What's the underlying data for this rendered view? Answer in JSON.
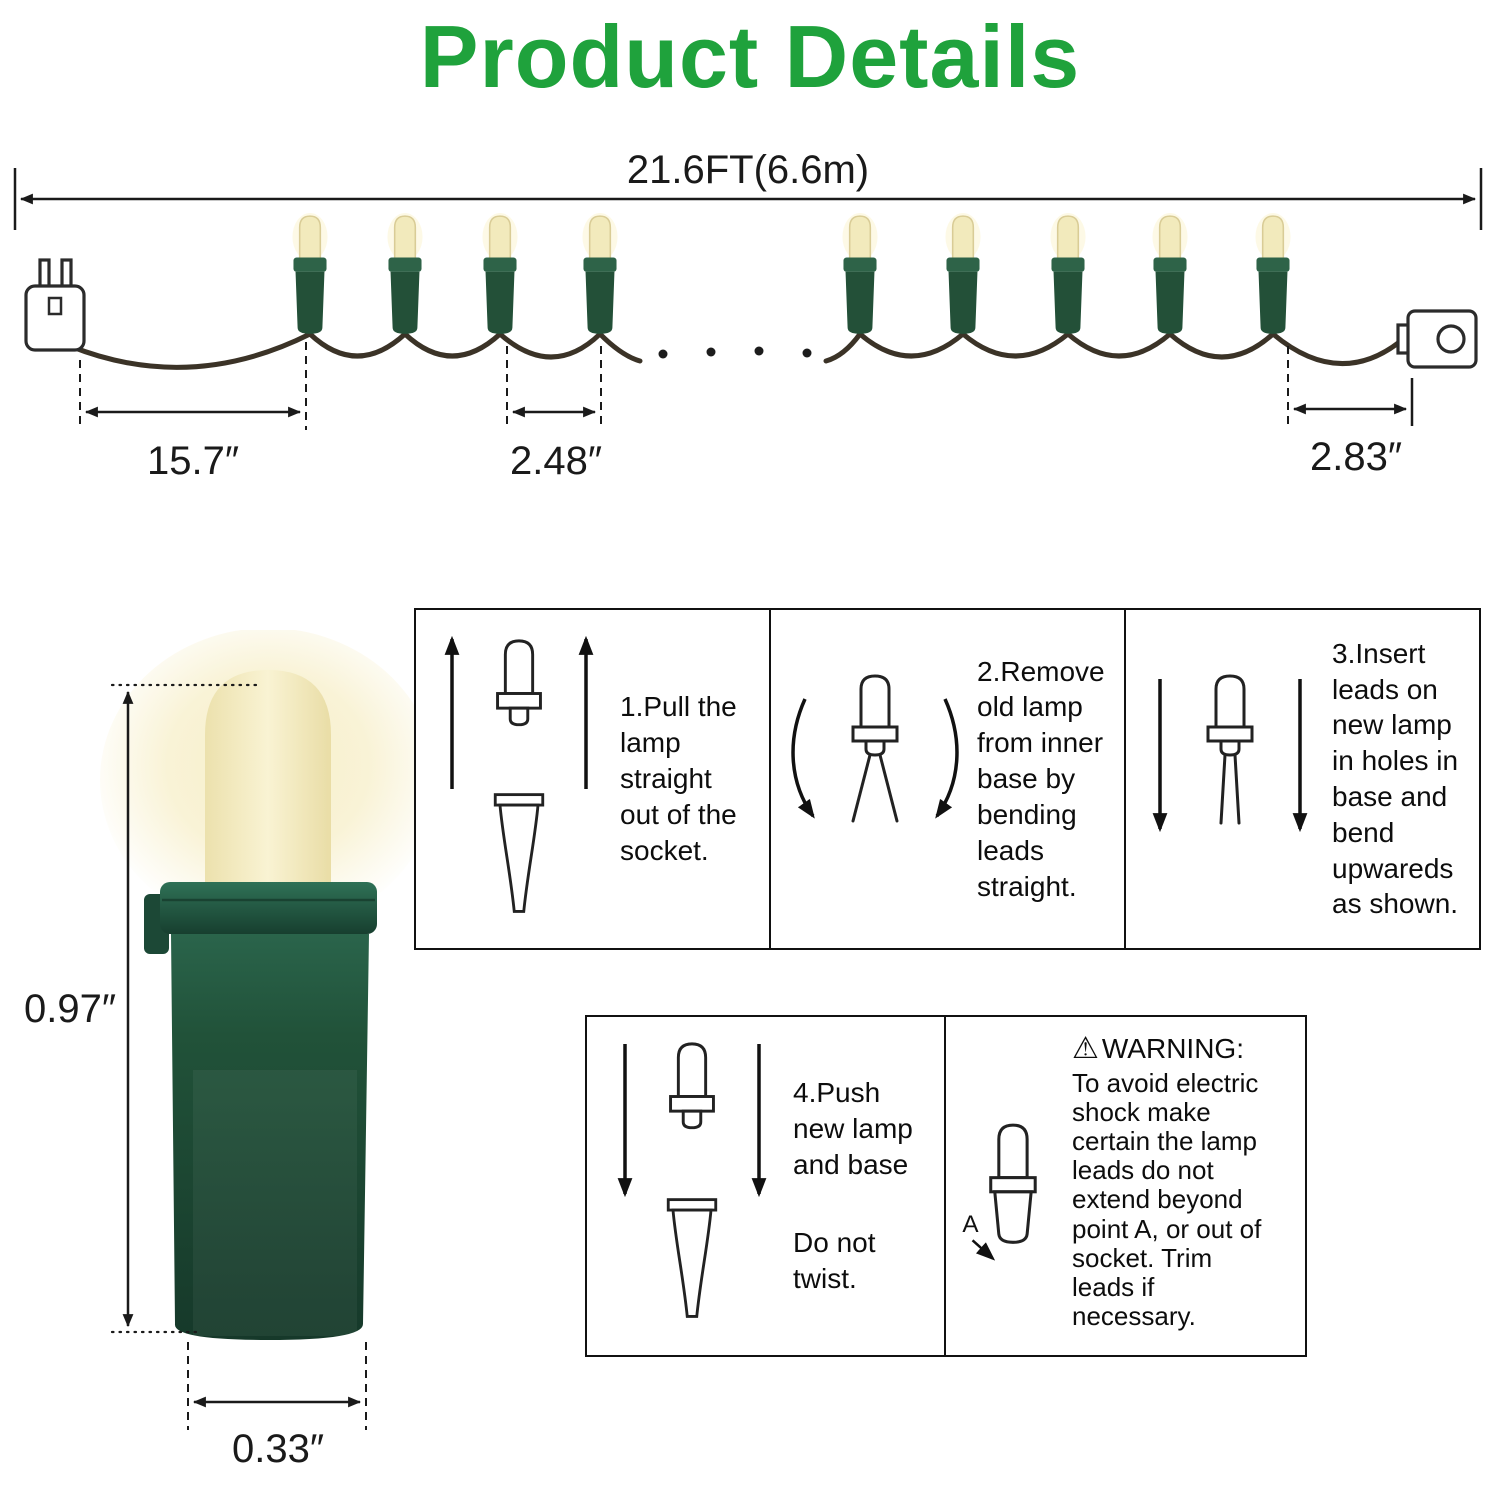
{
  "title": "Product Details",
  "palette": {
    "title_green": "#1FA23C",
    "socket_green": "#235038",
    "lamp_warm_white": "#F2EABC",
    "wire_dark": "#3B3327"
  },
  "string_diagram": {
    "total_length": "21.6FT(6.6m)",
    "plug_to_first_bulb": "15.7″",
    "bulb_spacing": "2.48″",
    "last_bulb_to_end": "2.83″"
  },
  "bulb_detail": {
    "height": "0.97″",
    "width": "0.33″"
  },
  "instructions": {
    "step1": "1.Pull the lamp straight out of the socket.",
    "step2": "2.Remove old lamp from inner base by bending leads straight.",
    "step3": "3.Insert leads on new lamp in holes in base and bend upwareds as shown.",
    "step4_line1": "4.Push new lamp and base",
    "step4_line2": "Do not twist.",
    "warning_label": "WARNING:",
    "warning_body": "To avoid electric shock make certain the lamp leads do not extend beyond point A, or out of socket. Trim leads if necessary.",
    "point_a_label": "A"
  }
}
